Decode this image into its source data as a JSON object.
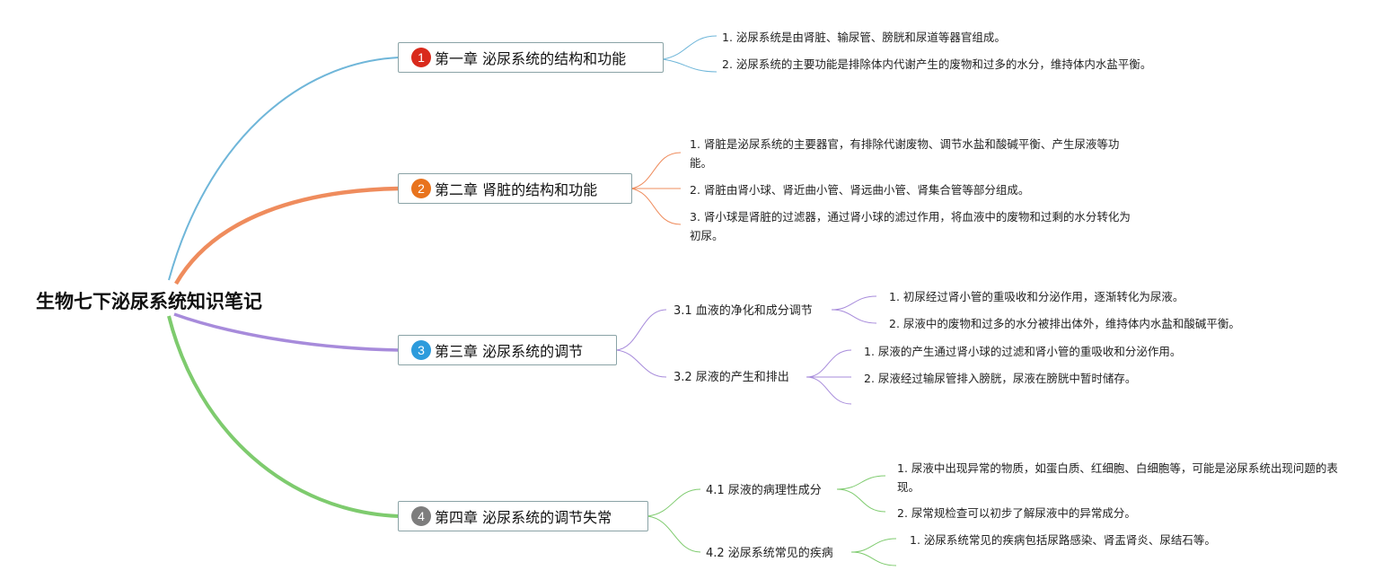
{
  "title": "生物七下泌尿系统知识笔记",
  "colors": {
    "blue": "#6fb6d9",
    "orange": "#ef8c5d",
    "purple": "#a78bdb",
    "green": "#7ecb6e"
  },
  "chapters": [
    {
      "num": "1",
      "title": "第一章 泌尿系统的结构和功能",
      "badge_color": "#d92a1c",
      "points": [
        "1. 泌尿系统是由肾脏、输尿管、膀胱和尿道等器官组成。",
        "2. 泌尿系统的主要功能是排除体内代谢产生的废物和过多的水分，维持体内水盐平衡。"
      ]
    },
    {
      "num": "2",
      "title": "第二章 肾脏的结构和功能",
      "badge_color": "#e8731d",
      "points": [
        "1. 肾脏是泌尿系统的主要器官，有排除代谢废物、调节水盐和酸碱平衡、产生尿液等功能。",
        "2. 肾脏由肾小球、肾近曲小管、肾远曲小管、肾集合管等部分组成。",
        "3. 肾小球是肾脏的过滤器，通过肾小球的滤过作用，将血液中的废物和过剩的水分转化为初尿。"
      ]
    },
    {
      "num": "3",
      "title": "第三章 泌尿系统的调节",
      "badge_color": "#2d9bdc",
      "sections": [
        {
          "title": "3.1 血液的净化和成分调节",
          "points": [
            "1. 初尿经过肾小管的重吸收和分泌作用，逐渐转化为尿液。",
            "2. 尿液中的废物和过多的水分被排出体外，维持体内水盐和酸碱平衡。"
          ]
        },
        {
          "title": "3.2 尿液的产生和排出",
          "points": [
            "1. 尿液的产生通过肾小球的过滤和肾小管的重吸收和分泌作用。",
            "2. 尿液经过输尿管排入膀胱，尿液在膀胱中暂时储存。"
          ]
        }
      ]
    },
    {
      "num": "4",
      "title": "第四章 泌尿系统的调节失常",
      "badge_color": "#7d7d7d",
      "sections": [
        {
          "title": "4.1 尿液的病理性成分",
          "points": [
            "1. 尿液中出现异常的物质，如蛋白质、红细胞、白细胞等，可能是泌尿系统出现问题的表现。",
            "2. 尿常规检查可以初步了解尿液中的异常成分。"
          ]
        },
        {
          "title": "4.2 泌尿系统常见的疾病",
          "points": [
            "1. 泌尿系统常见的疾病包括尿路感染、肾盂肾炎、尿结石等。"
          ]
        }
      ]
    }
  ]
}
